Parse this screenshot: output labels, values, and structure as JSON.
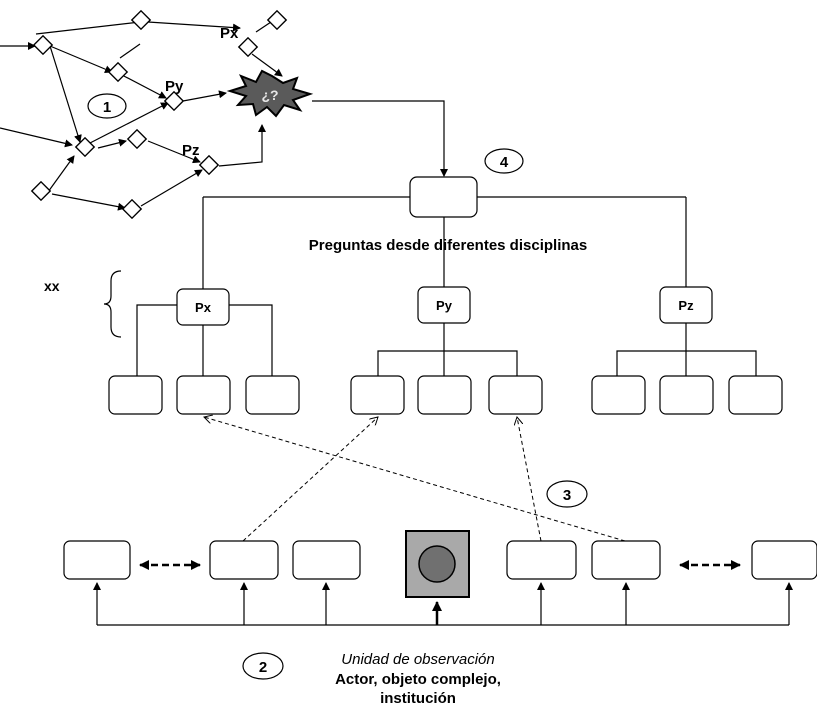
{
  "colors": {
    "stroke": "#000000",
    "burst_fill": "#5a5a5a",
    "observation_square_fill": "#a9a9a9",
    "observation_circle_fill": "#707070"
  },
  "top_network": {
    "label_px": "Px",
    "label_py": "Py",
    "label_pz": "Pz",
    "burst_label": "¿?"
  },
  "step_markers": {
    "one": "1",
    "two": "2",
    "three": "3",
    "four": "4"
  },
  "disciplines": {
    "heading": "Preguntas desde diferentes disciplinas",
    "brace_label": "xx",
    "px": "Px",
    "py": "Py",
    "pz": "Pz"
  },
  "observation": {
    "title": "Unidad de observación",
    "subtitle_line1": "Actor, objeto complejo,",
    "subtitle_line2": "institución"
  }
}
